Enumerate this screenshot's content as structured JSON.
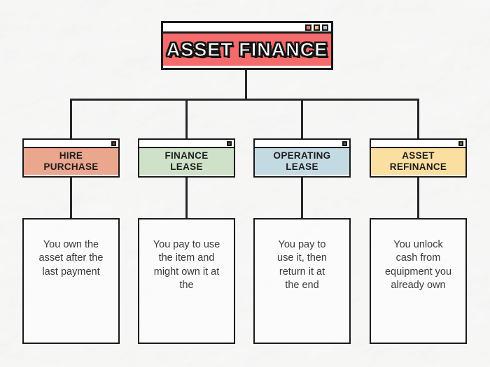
{
  "root": {
    "title": "ASSET FINANCE",
    "color": "#f56b6b",
    "titlebar_buttons": [
      "#e0795e",
      "#eac47e",
      "#a7c6d8"
    ]
  },
  "branches": [
    {
      "title": "HIRE\nPURCHASE",
      "color": "#eba68e",
      "square_color": "#7e392a",
      "description": "You own the\nasset after the\nlast payment"
    },
    {
      "title": "FINANCE\nLEASE",
      "color": "#cfe2c9",
      "square_color": "#485f44",
      "description": "You pay to use\nthe item and\nmight own it at\nthe"
    },
    {
      "title": "OPERATING\nLEASE",
      "color": "#c4dae3",
      "square_color": "#45616e",
      "description": "You pay to\nuse it, then\nreturn it at\nthe end"
    },
    {
      "title": "ASSET\nREFINANCE",
      "color": "#fadfa0",
      "square_color": "#8a6a2e",
      "description": "You unlock\ncash from\nequipment you\nalready own"
    }
  ],
  "colors": {
    "connector": "#262626",
    "background": "#f7f6f5"
  }
}
